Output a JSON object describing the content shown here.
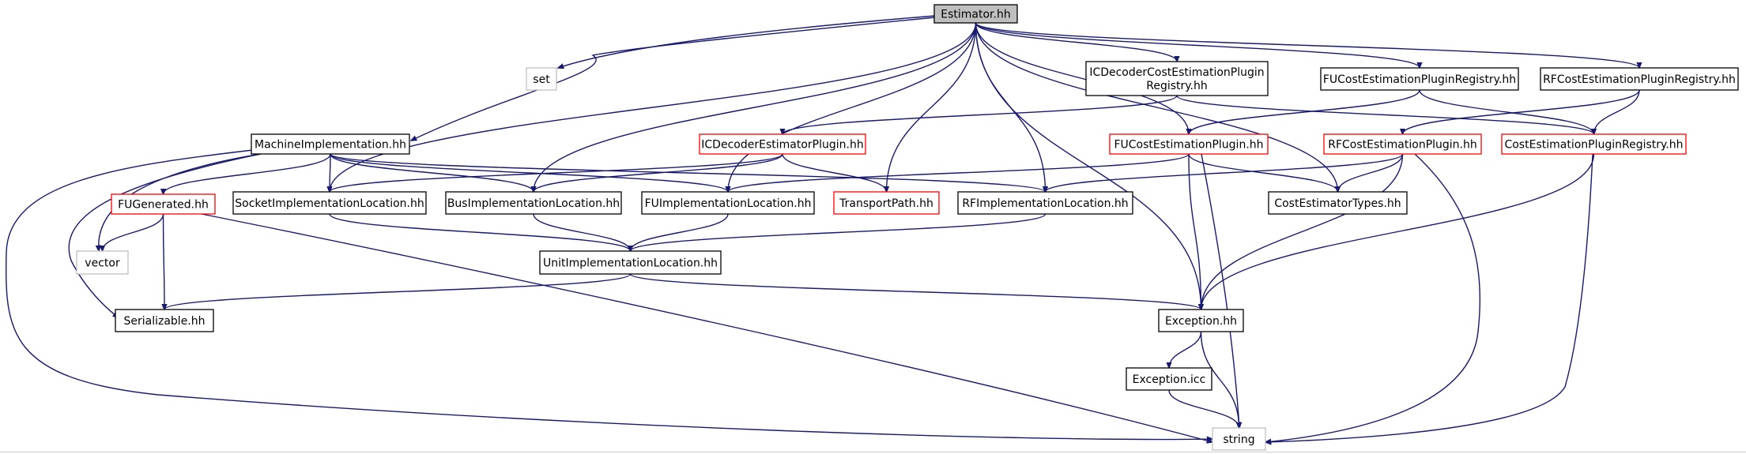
{
  "palette": {
    "edge": "#191970",
    "normal_border": "#000000",
    "incomplete_border": "#ff0000",
    "external_border": "#bfbfbf",
    "root_fill": "#bfbfbf",
    "fill": "#ffffff"
  },
  "nodes": [
    {
      "id": "estimator",
      "lines": [
        "Estimator.hh"
      ],
      "style": "root"
    },
    {
      "id": "set",
      "lines": [
        "set"
      ],
      "style": "external"
    },
    {
      "id": "icdecoder_registry",
      "lines": [
        "ICDecoderCostEstimationPlugin",
        "Registry.hh"
      ],
      "style": "normal"
    },
    {
      "id": "fu_registry",
      "lines": [
        "FUCostEstimationPluginRegistry.hh"
      ],
      "style": "normal"
    },
    {
      "id": "rf_registry",
      "lines": [
        "RFCostEstimationPluginRegistry.hh"
      ],
      "style": "normal"
    },
    {
      "id": "machine_impl",
      "lines": [
        "MachineImplementation.hh"
      ],
      "style": "normal"
    },
    {
      "id": "icdecoder_plugin",
      "lines": [
        "ICDecoderEstimatorPlugin.hh"
      ],
      "style": "incomplete"
    },
    {
      "id": "fu_plugin",
      "lines": [
        "FUCostEstimationPlugin.hh"
      ],
      "style": "incomplete"
    },
    {
      "id": "rf_plugin",
      "lines": [
        "RFCostEstimationPlugin.hh"
      ],
      "style": "incomplete"
    },
    {
      "id": "cost_registry",
      "lines": [
        "CostEstimationPluginRegistry.hh"
      ],
      "style": "incomplete"
    },
    {
      "id": "fugenerated",
      "lines": [
        "FUGenerated.hh"
      ],
      "style": "incomplete"
    },
    {
      "id": "socket_loc",
      "lines": [
        "SocketImplementationLocation.hh"
      ],
      "style": "normal"
    },
    {
      "id": "bus_loc",
      "lines": [
        "BusImplementationLocation.hh"
      ],
      "style": "normal"
    },
    {
      "id": "fu_loc",
      "lines": [
        "FUImplementationLocation.hh"
      ],
      "style": "normal"
    },
    {
      "id": "transport_path",
      "lines": [
        "TransportPath.hh"
      ],
      "style": "incomplete"
    },
    {
      "id": "rf_loc",
      "lines": [
        "RFImplementationLocation.hh"
      ],
      "style": "normal"
    },
    {
      "id": "cost_types",
      "lines": [
        "CostEstimatorTypes.hh"
      ],
      "style": "normal"
    },
    {
      "id": "vector",
      "lines": [
        "vector"
      ],
      "style": "external"
    },
    {
      "id": "unit_loc",
      "lines": [
        "UnitImplementationLocation.hh"
      ],
      "style": "normal"
    },
    {
      "id": "serializable",
      "lines": [
        "Serializable.hh"
      ],
      "style": "normal"
    },
    {
      "id": "exception",
      "lines": [
        "Exception.hh"
      ],
      "style": "normal"
    },
    {
      "id": "exception_icc",
      "lines": [
        "Exception.icc"
      ],
      "style": "normal"
    },
    {
      "id": "string",
      "lines": [
        "string"
      ],
      "style": "external"
    }
  ],
  "edges": [
    [
      "estimator",
      "set"
    ],
    [
      "estimator",
      "machine_impl"
    ],
    [
      "estimator",
      "socket_loc"
    ],
    [
      "estimator",
      "bus_loc"
    ],
    [
      "estimator",
      "fu_loc"
    ],
    [
      "estimator",
      "transport_path"
    ],
    [
      "estimator",
      "rf_loc"
    ],
    [
      "estimator",
      "exception"
    ],
    [
      "estimator",
      "icdecoder_registry"
    ],
    [
      "estimator",
      "fu_plugin"
    ],
    [
      "estimator",
      "fu_registry"
    ],
    [
      "estimator",
      "rf_registry"
    ],
    [
      "estimator",
      "cost_types"
    ],
    [
      "icdecoder_registry",
      "icdecoder_plugin"
    ],
    [
      "icdecoder_registry",
      "cost_registry"
    ],
    [
      "fu_registry",
      "fu_plugin"
    ],
    [
      "fu_registry",
      "cost_registry"
    ],
    [
      "rf_registry",
      "rf_plugin"
    ],
    [
      "rf_registry",
      "cost_registry"
    ],
    [
      "machine_impl",
      "fugenerated"
    ],
    [
      "machine_impl",
      "socket_loc"
    ],
    [
      "machine_impl",
      "bus_loc"
    ],
    [
      "machine_impl",
      "fu_loc"
    ],
    [
      "machine_impl",
      "rf_loc"
    ],
    [
      "machine_impl",
      "vector"
    ],
    [
      "machine_impl",
      "serializable"
    ],
    [
      "machine_impl",
      "string"
    ],
    [
      "icdecoder_plugin",
      "socket_loc"
    ],
    [
      "icdecoder_plugin",
      "bus_loc"
    ],
    [
      "icdecoder_plugin",
      "transport_path"
    ],
    [
      "fu_plugin",
      "fu_loc"
    ],
    [
      "fu_plugin",
      "cost_types"
    ],
    [
      "fu_plugin",
      "exception"
    ],
    [
      "fu_plugin",
      "string"
    ],
    [
      "rf_plugin",
      "rf_loc"
    ],
    [
      "rf_plugin",
      "cost_types"
    ],
    [
      "rf_plugin",
      "exception"
    ],
    [
      "rf_plugin",
      "string"
    ],
    [
      "cost_registry",
      "exception"
    ],
    [
      "cost_registry",
      "string"
    ],
    [
      "fugenerated",
      "vector"
    ],
    [
      "fugenerated",
      "serializable"
    ],
    [
      "fugenerated",
      "string"
    ],
    [
      "socket_loc",
      "unit_loc"
    ],
    [
      "bus_loc",
      "unit_loc"
    ],
    [
      "fu_loc",
      "unit_loc"
    ],
    [
      "rf_loc",
      "unit_loc"
    ],
    [
      "unit_loc",
      "serializable"
    ],
    [
      "unit_loc",
      "exception"
    ],
    [
      "exception",
      "exception_icc"
    ],
    [
      "exception",
      "string"
    ],
    [
      "exception_icc",
      "string"
    ]
  ]
}
